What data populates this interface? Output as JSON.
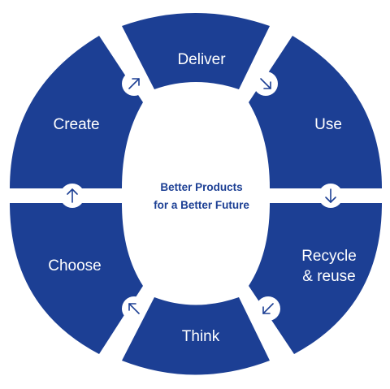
{
  "colors": {
    "segment": "#1c3f94",
    "gap": "#ffffff",
    "center_text": "#1c3f94"
  },
  "center": {
    "line1": "Better Products",
    "line2": "for a Better Future"
  },
  "segments": [
    {
      "label": "Deliver"
    },
    {
      "label": "Use"
    },
    {
      "label_line1": "Recycle",
      "label_line2": "& reuse"
    },
    {
      "label": "Think"
    },
    {
      "label": "Choose"
    },
    {
      "label": "Create"
    }
  ],
  "arrows": [
    {
      "icon": "arrow-up-right-icon"
    },
    {
      "icon": "arrow-down-right-icon"
    },
    {
      "icon": "arrow-down-icon"
    },
    {
      "icon": "arrow-down-left-icon"
    },
    {
      "icon": "arrow-up-left-icon"
    },
    {
      "icon": "arrow-up-icon"
    }
  ]
}
